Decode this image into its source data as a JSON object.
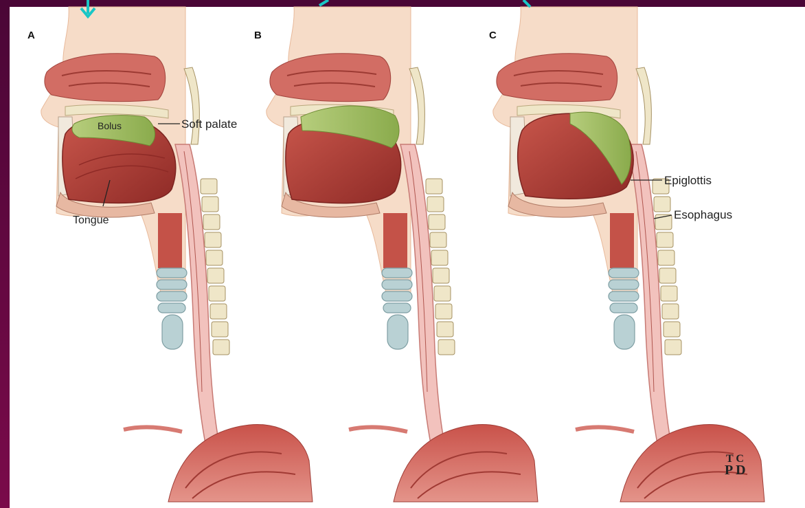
{
  "panels": [
    {
      "letter": "A"
    },
    {
      "letter": "B"
    },
    {
      "letter": "C"
    }
  ],
  "labels": {
    "bolus": "Bolus",
    "soft_palate": "Soft palate",
    "tongue": "Tongue",
    "epiglottis": "Epiglottis",
    "esophagus": "Esophagus"
  },
  "signature": {
    "line1": "T C",
    "line2": "P D"
  },
  "colors": {
    "background_frame": "#6a0840",
    "arrow_accent": "#19c6c6",
    "muscle_red": "#b5403a",
    "bolus_green": "#9fba62",
    "skin": "#f6dcc8",
    "cartilage_blue": "#b9d1d4",
    "bone": "#efe6c8"
  }
}
